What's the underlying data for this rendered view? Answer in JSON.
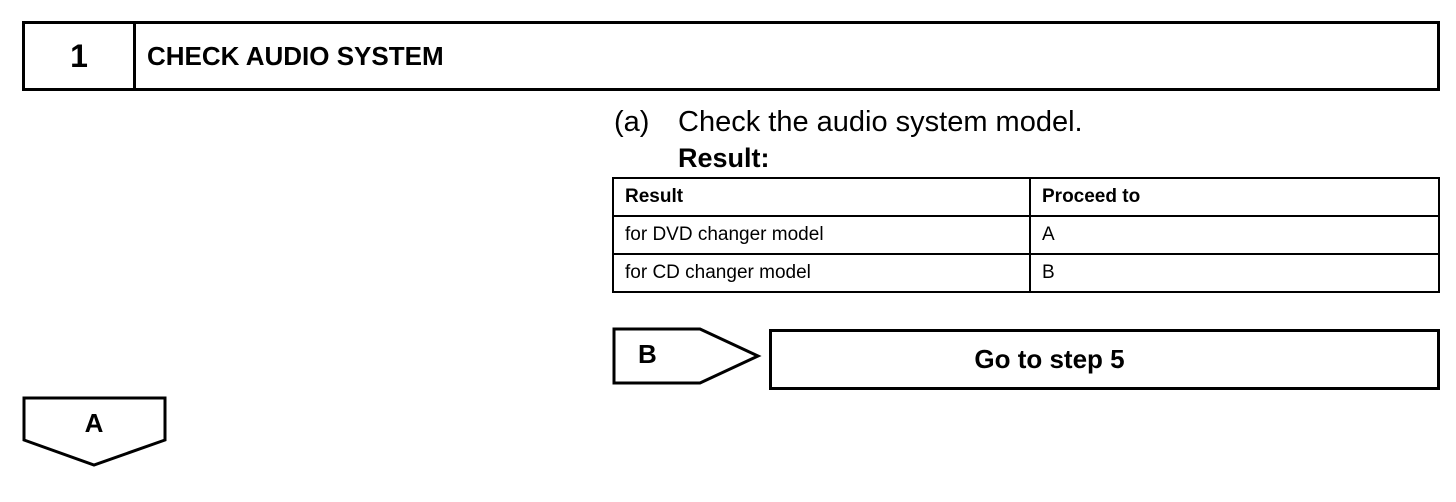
{
  "step": {
    "number": "1",
    "title": "CHECK AUDIO SYSTEM"
  },
  "instruction": {
    "marker": "(a)",
    "text": "Check the audio system model."
  },
  "result_label": "Result:",
  "table": {
    "headers": [
      "Result",
      "Proceed to"
    ],
    "rows": [
      [
        "for DVD changer model",
        "A"
      ],
      [
        "for CD changer model",
        "B"
      ]
    ]
  },
  "branch_b": {
    "label": "B",
    "target": "Go to step 5"
  },
  "branch_a": {
    "label": "A"
  }
}
